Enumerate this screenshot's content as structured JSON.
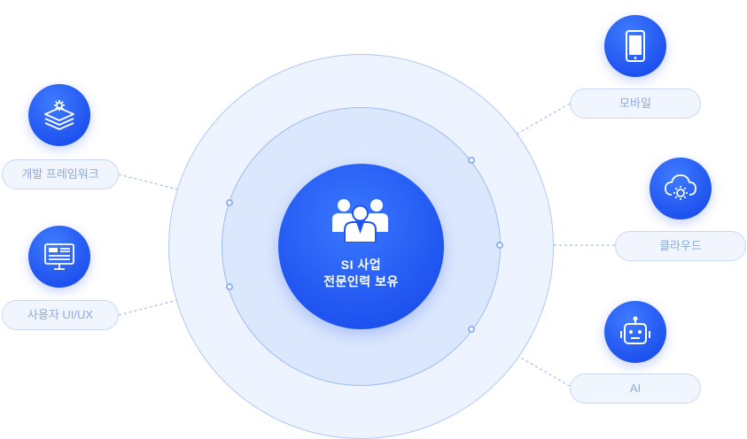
{
  "center": {
    "line1": "SI 사업",
    "line2": "전문인력 보유",
    "icon": "team-people-icon"
  },
  "nodes": [
    {
      "id": "framework",
      "label": "개발 프레임워크",
      "icon": "layers-gear-icon"
    },
    {
      "id": "ui-ux",
      "label": "사용자 UI/UX",
      "icon": "monitor-icon"
    },
    {
      "id": "mobile",
      "label": "모바일",
      "icon": "smartphone-icon"
    },
    {
      "id": "cloud",
      "label": "클라우드",
      "icon": "cloud-gear-icon"
    },
    {
      "id": "ai",
      "label": "AI",
      "icon": "robot-icon"
    }
  ],
  "colors": {
    "primary": "#1f54f0",
    "ring_outer": "#eef4ff",
    "ring_mid": "#dbe7fd",
    "pill_bg": "#f1f5fd",
    "pill_text": "#8ea9db",
    "connector": "#8fb2f2"
  }
}
